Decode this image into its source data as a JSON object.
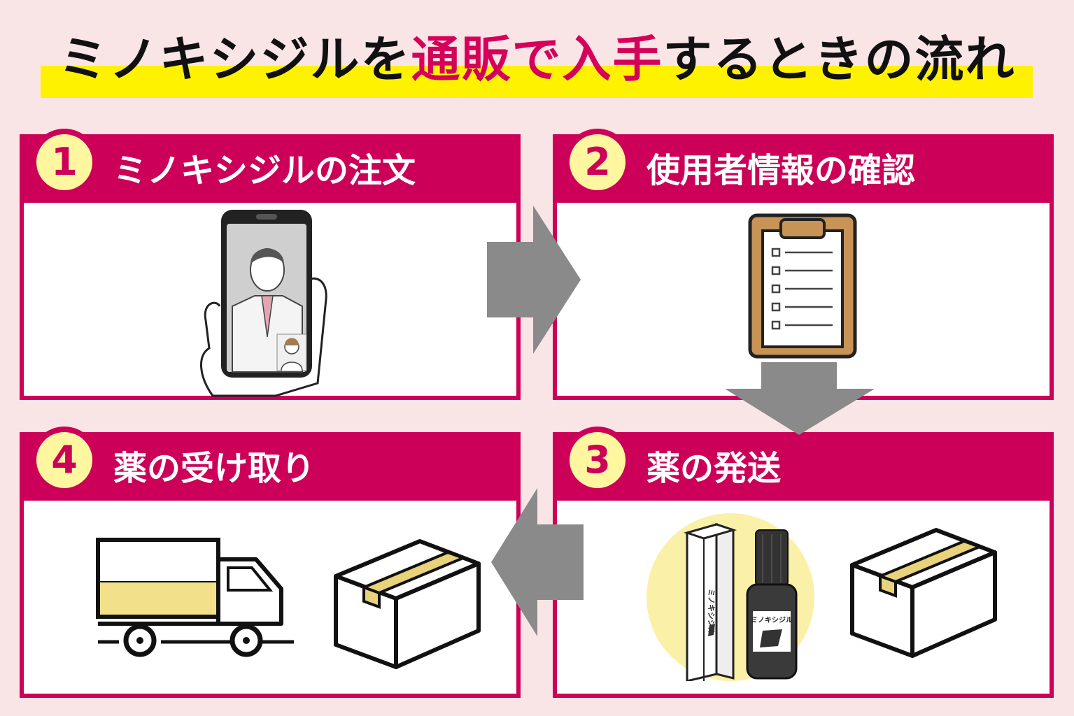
{
  "title": {
    "part1": "ミノキシジルを",
    "accent": "通販で入手",
    "part2": "するときの流れ"
  },
  "steps": [
    {
      "number": "1",
      "label": "ミノキシジルの注文"
    },
    {
      "number": "2",
      "label": "使用者情報の確認"
    },
    {
      "number": "3",
      "label": "薬の発送"
    },
    {
      "number": "4",
      "label": "薬の受け取り"
    }
  ],
  "product_label": "ミノキシジル",
  "colors": {
    "accent": "#cc0058",
    "highlight": "#fff200",
    "badge": "#fff6a0",
    "arrow": "#8a8a8a",
    "background": "#f9e4e6"
  }
}
